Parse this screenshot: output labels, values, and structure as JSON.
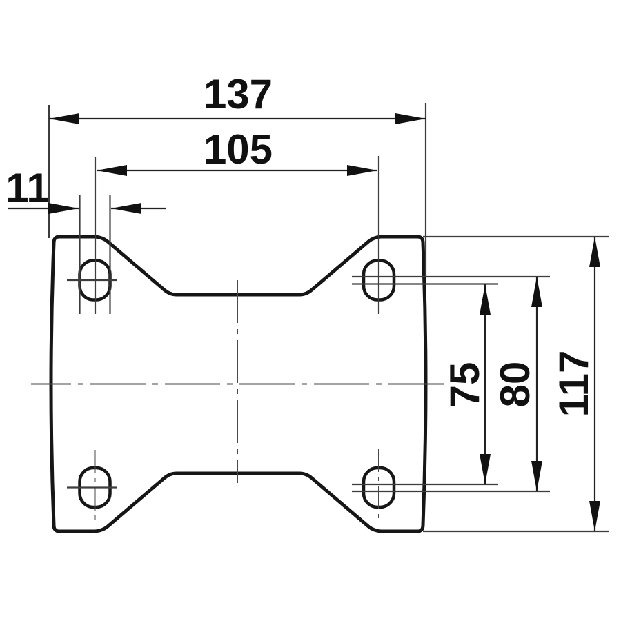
{
  "drawing": {
    "type": "technical-dimension-drawing",
    "subject": "caster-mounting-plate-top-view",
    "colors": {
      "background": "#ffffff",
      "outline": "#161616",
      "dimension_lines": "#3d3d3d",
      "text": "#111111"
    },
    "dims": {
      "overall_width": "137",
      "hole_spacing_width": "105",
      "slot_width": "11",
      "hole_spacing_height_min": "75",
      "hole_spacing_height_max": "80",
      "overall_height": "117"
    }
  }
}
